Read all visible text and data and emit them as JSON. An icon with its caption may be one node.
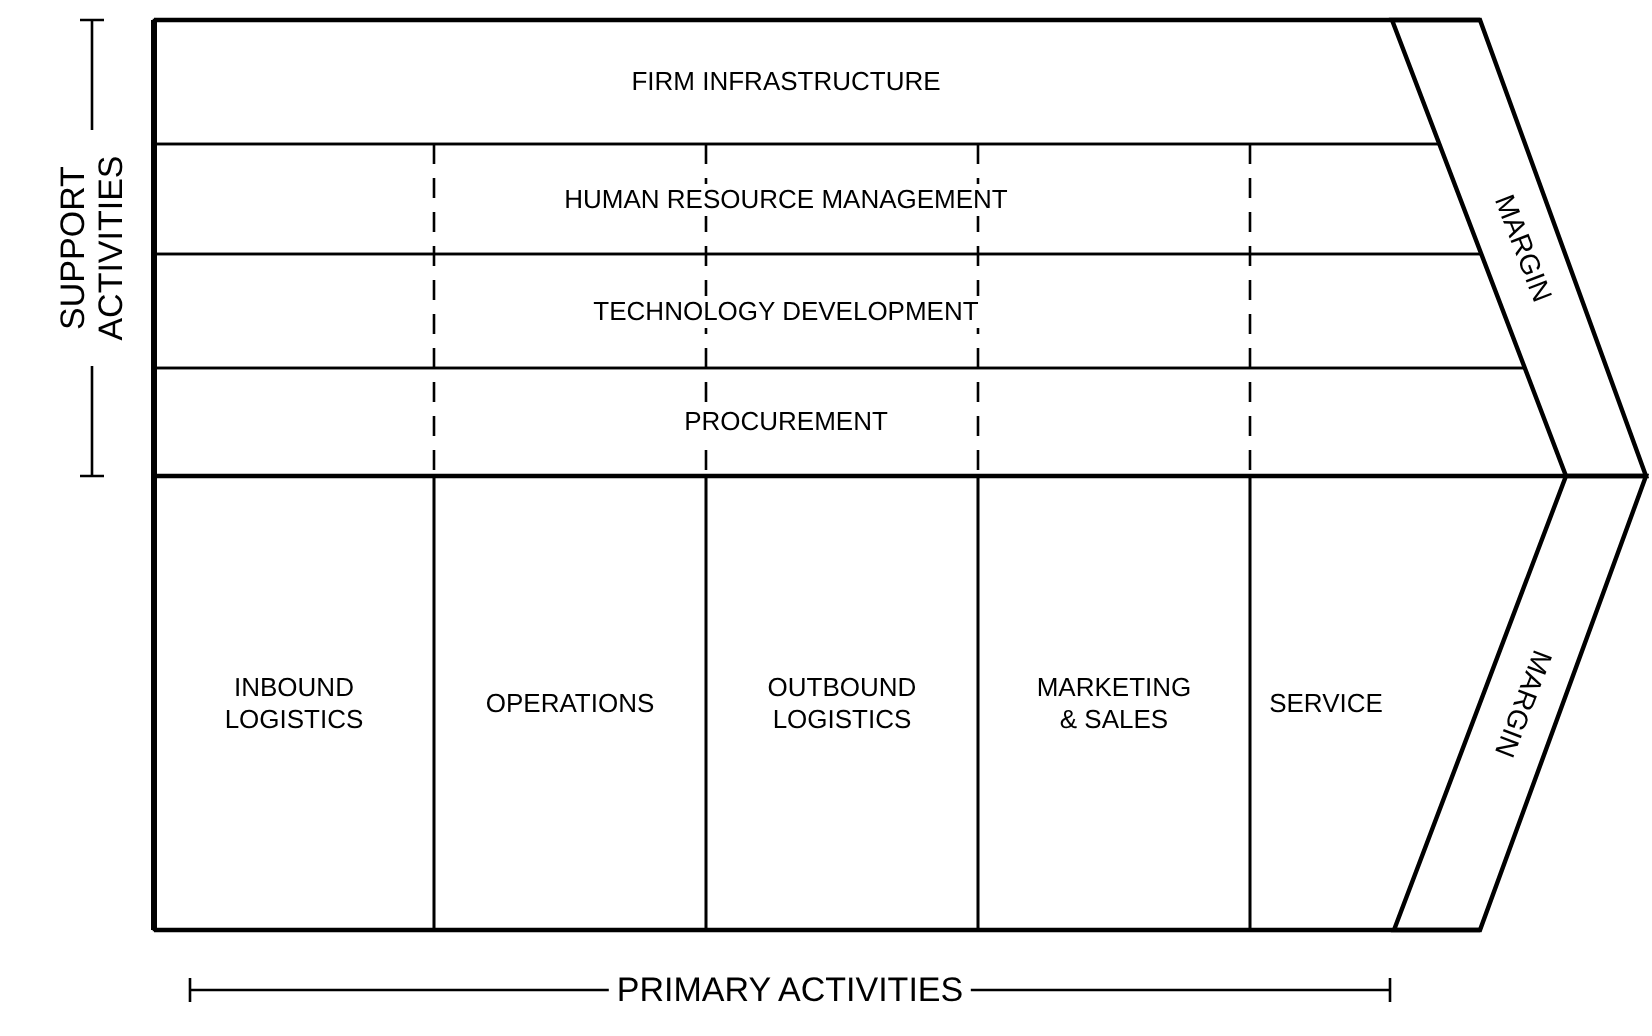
{
  "diagram": {
    "nodes": [
      {
        "text": [
          "FIRM INFRASTRUCTURE"
        ]
      },
      {
        "text": [
          "HUMAN RESOURCE MANAGEMENT"
        ]
      },
      {
        "text": [
          "TECHNOLOGY DEVELOPMENT"
        ]
      },
      {
        "text": [
          "PROCUREMENT"
        ]
      },
      {
        "text": [
          "INBOUND LOGISTICS"
        ]
      },
      {
        "text": [
          "OPERATIONS"
        ]
      },
      {
        "text": [
          "OUTBOUND LOGISTICS"
        ]
      },
      {
        "text": [
          "MARKETING & SALES"
        ]
      },
      {
        "text": [
          "SERVICE"
        ]
      },
      {
        "text": [
          "MARGIN"
        ]
      },
      {
        "text": [
          "MARGIN"
        ]
      }
    ],
    "labels": [
      "SUPPORT ACTIVITIES",
      "PRIMARY ACTIVITIES"
    ]
  }
}
